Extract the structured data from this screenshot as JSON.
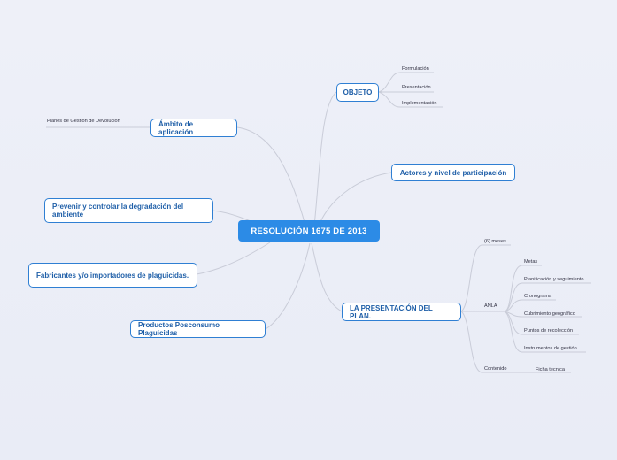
{
  "root": "RESOLUCIÓN 1675 DE 2013",
  "right": {
    "objeto": {
      "label": "OBJETO",
      "children": [
        "Formulación",
        "Presentación",
        "Implementación"
      ]
    },
    "actores": {
      "label": "Actores y nivel de participación"
    },
    "presentacion": {
      "label": "LA PRESENTACIÓN DEL PLAN.",
      "meses": "(6) meses",
      "anla": {
        "label": "ANLA",
        "children": [
          "Metas",
          "Planificación y seguimiento",
          "Cronograma",
          "Cubrimiento geográfico",
          "Puntos de recolección",
          "Instrumentos de gestión"
        ]
      },
      "contenido": {
        "label": "Contenido",
        "child": "Ficha tecnica"
      }
    }
  },
  "left": {
    "ambito": {
      "label": "Ámbito de aplicación",
      "child": "Planes de Gestión de Devolución"
    },
    "prevenir": {
      "label": "Prevenir y controlar la degradación del ambiente"
    },
    "fabricantes": {
      "label": "Fabricantes y/o importadores de plaguicidas."
    },
    "productos": {
      "label": "Productos Posconsumo Plaguicidas"
    }
  },
  "colors": {
    "node_border": "#2f7fd3",
    "node_text": "#1f5fa8",
    "root_fill": "#2c8be6",
    "link": "#c9ccd8",
    "background": "#eceef7"
  }
}
